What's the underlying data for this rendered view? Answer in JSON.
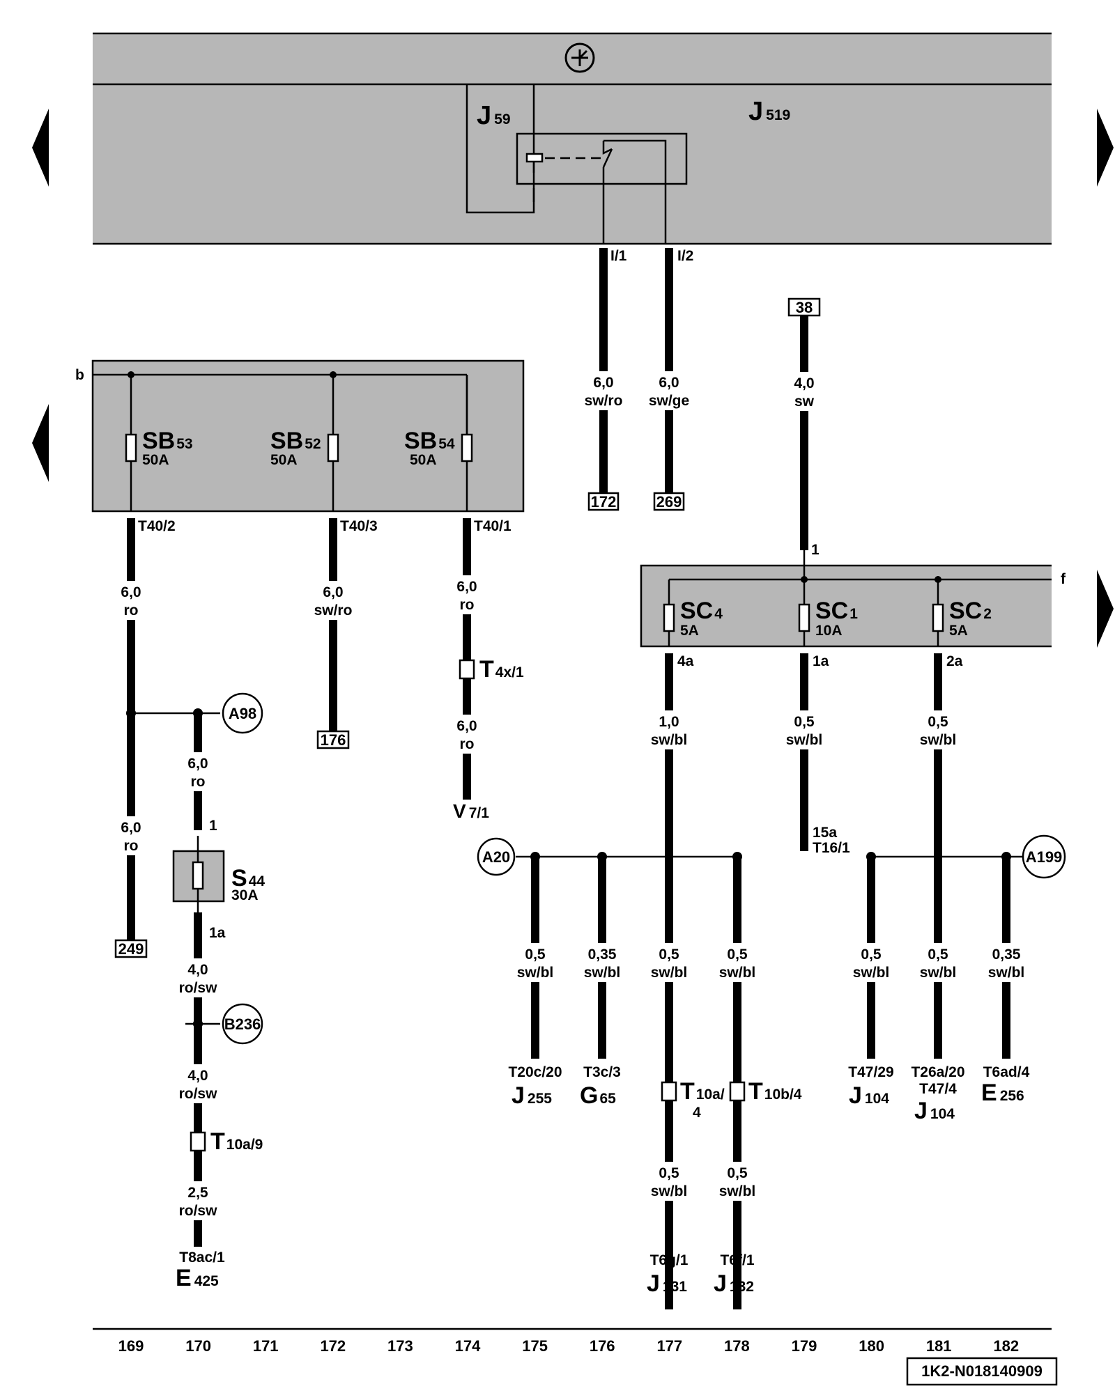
{
  "components": {
    "J59": {
      "letter": "J",
      "sub": "59"
    },
    "J519": {
      "letter": "J",
      "sub": "519"
    },
    "SB53": {
      "letter": "SB",
      "sub": "53",
      "rating": "50A"
    },
    "SB52": {
      "letter": "SB",
      "sub": "52",
      "rating": "50A"
    },
    "SB54": {
      "letter": "SB",
      "sub": "54",
      "rating": "50A"
    },
    "SC4": {
      "letter": "SC",
      "sub": "4",
      "rating": "5A"
    },
    "SC1": {
      "letter": "SC",
      "sub": "1",
      "rating": "10A"
    },
    "SC2": {
      "letter": "SC",
      "sub": "2",
      "rating": "5A"
    },
    "S44": {
      "letter": "S",
      "sub": "44",
      "rating": "30A"
    },
    "T4x": {
      "letter": "T",
      "sub": "4x/1"
    },
    "T10a9": {
      "letter": "T",
      "sub": "10a/9"
    },
    "T10a4": {
      "letter": "T",
      "sub": "10a/",
      "sub2": "4"
    },
    "T10b4": {
      "letter": "T",
      "sub": "10b/4"
    },
    "V7": {
      "letter": "V",
      "sub": "7/1"
    }
  },
  "pins": {
    "i1": "I/1",
    "i2": "I/2",
    "t40_2": "T40/2",
    "t40_3": "T40/3",
    "t40_1": "T40/1",
    "p1_top": "1",
    "p1_s44": "1",
    "p1a_s44": "1a",
    "p4a": "4a",
    "p1a": "1a",
    "p2a": "2a",
    "p15a": "15a",
    "t16_1": "T16/1",
    "bus_b": "b",
    "bus_f": "f"
  },
  "refs": {
    "r38": "38",
    "r172": "172",
    "r269": "269",
    "r176": "176",
    "r249": "249"
  },
  "nodes": {
    "a98": "A98",
    "a20": "A20",
    "a199": "A199",
    "b236": "B236"
  },
  "wires": {
    "w_sw_ro_top": [
      "6,0",
      "sw/ro"
    ],
    "w_sw_ge_top": [
      "6,0",
      "sw/ge"
    ],
    "w_sw_38": [
      "4,0",
      "sw"
    ],
    "w_ro_169": [
      "6,0",
      "ro"
    ],
    "w_ro_169b": [
      "6,0",
      "ro"
    ],
    "w_swro_172": [
      "6,0",
      "sw/ro"
    ],
    "w_ro_174a": [
      "6,0",
      "ro"
    ],
    "w_ro_174b": [
      "6,0",
      "ro"
    ],
    "w_ro_170": [
      "6,0",
      "ro"
    ],
    "w_rosw_170a": [
      "4,0",
      "ro/sw"
    ],
    "w_rosw_170b": [
      "4,0",
      "ro/sw"
    ],
    "w_rosw_170c": [
      "2,5",
      "ro/sw"
    ],
    "w_swbl_177": [
      "1,0",
      "sw/bl"
    ],
    "w_swbl_179": [
      "0,5",
      "sw/bl"
    ],
    "w_swbl_181": [
      "0,5",
      "sw/bl"
    ],
    "w_175": [
      "0,5",
      "sw/bl"
    ],
    "w_176": [
      "0,35",
      "sw/bl"
    ],
    "w_177b": [
      "0,5",
      "sw/bl"
    ],
    "w_178": [
      "0,5",
      "sw/bl"
    ],
    "w_177c": [
      "0,5",
      "sw/bl"
    ],
    "w_178c": [
      "0,5",
      "sw/bl"
    ],
    "w_180": [
      "0,5",
      "sw/bl"
    ],
    "w_181b": [
      "0,5",
      "sw/bl"
    ],
    "w_182": [
      "0,35",
      "sw/bl"
    ]
  },
  "endpoints": {
    "e_t20c": {
      "pin": "T20c/20",
      "letter": "J",
      "sub": "255"
    },
    "e_t3c": {
      "pin": "T3c/3",
      "letter": "G",
      "sub": "65"
    },
    "e_t6g": {
      "pin": "T6g/1",
      "letter": "J",
      "sub": "131"
    },
    "e_t6f": {
      "pin": "T6f/1",
      "letter": "J",
      "sub": "132"
    },
    "e_t47": {
      "pin": "T47/29",
      "letter": "J",
      "sub": "104"
    },
    "e_t26a": {
      "pin": "T26a/20",
      "pin2": "T47/4",
      "letter": "J",
      "sub": "104"
    },
    "e_t6ad": {
      "pin": "T6ad/4",
      "letter": "E",
      "sub": "256"
    },
    "e_t8ac": {
      "pin": "T8ac/1",
      "letter": "E",
      "sub": "425"
    }
  },
  "columns": [
    "169",
    "170",
    "171",
    "172",
    "173",
    "174",
    "175",
    "176",
    "177",
    "178",
    "179",
    "180",
    "181",
    "182"
  ],
  "doc_id": "1K2-N018140909"
}
